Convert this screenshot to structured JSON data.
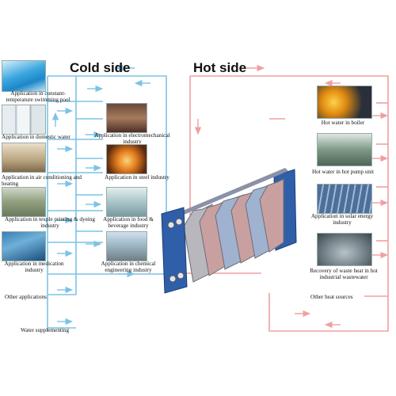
{
  "headings": {
    "cold_side": "Cold side",
    "hot_side": "Hot side"
  },
  "cold_side_applications": {
    "swimming_pool": "Application in constant-temperature swimming pool",
    "domestic_water": "Application in domestic water",
    "air_conditioning": "Application in air conditioning and heating",
    "textile": "Application in texple printing & dyeing industry",
    "medication": "Application in medication industry",
    "electromechanical": "Application in electromechanical industry",
    "steel": "Application in steel industry",
    "food_beverage": "Application in food & beverage industry",
    "chemical": "Application in chemical engineering industry",
    "other": "Other applications",
    "water_supplementing": "Water supplementing"
  },
  "hot_side_sources": {
    "boiler": "Hot water in boiler",
    "heat_pump": "Hot water in hot pump unit",
    "solar": "Application in solar energy industry",
    "waste_heat": "Recovery of waste heat in hot industrial wastewater",
    "other": "Other heat sources"
  },
  "colors": {
    "cold_line": "#7cc3e6",
    "hot_line": "#f0a0a0",
    "frame": "#2f5fa8"
  }
}
